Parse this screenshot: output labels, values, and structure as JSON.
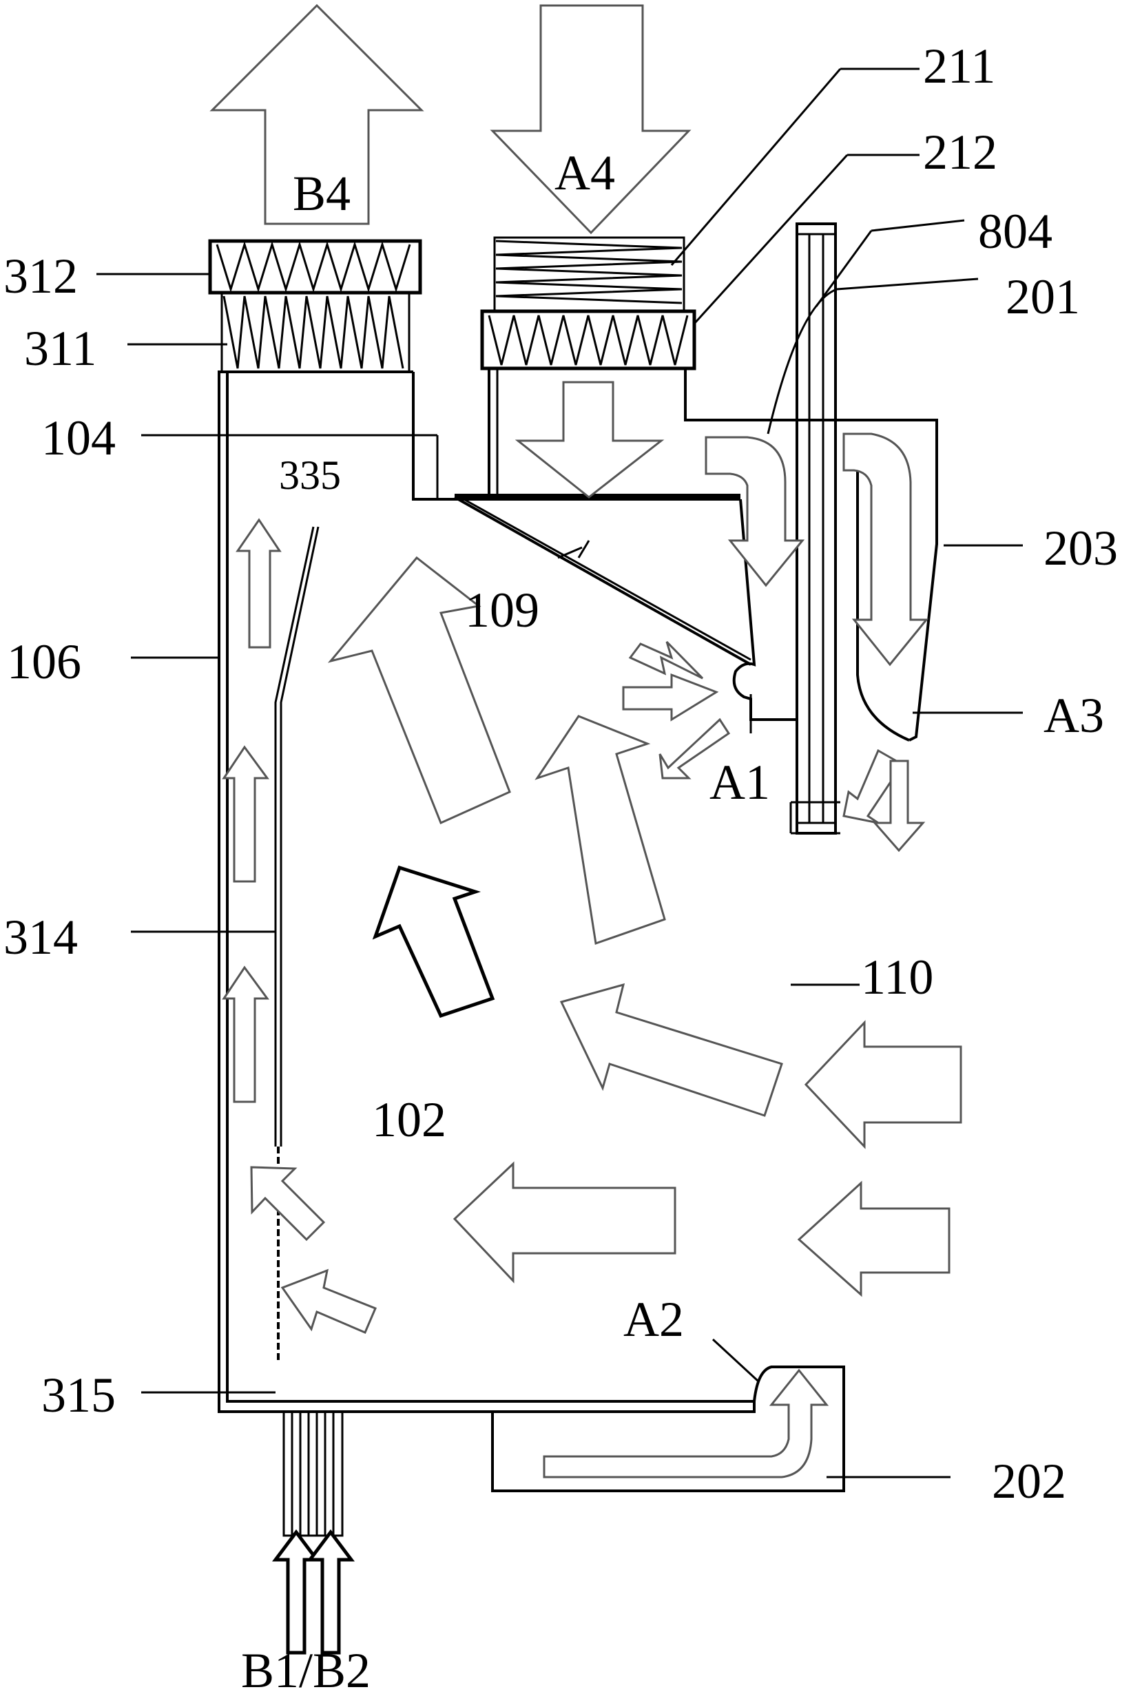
{
  "labels": {
    "b4": "B4",
    "a4": "A4",
    "n211": "211",
    "n212": "212",
    "n804": "804",
    "n201": "201",
    "n312": "312",
    "n311": "311",
    "n104": "104",
    "n335": "335",
    "n203": "203",
    "n109": "109",
    "n106": "106",
    "a3": "A3",
    "a1": "A1",
    "n314": "314",
    "n110": "110",
    "n102": "102",
    "a2": "A2",
    "n315": "315",
    "n202": "202",
    "b1b2": "B1/B2"
  }
}
